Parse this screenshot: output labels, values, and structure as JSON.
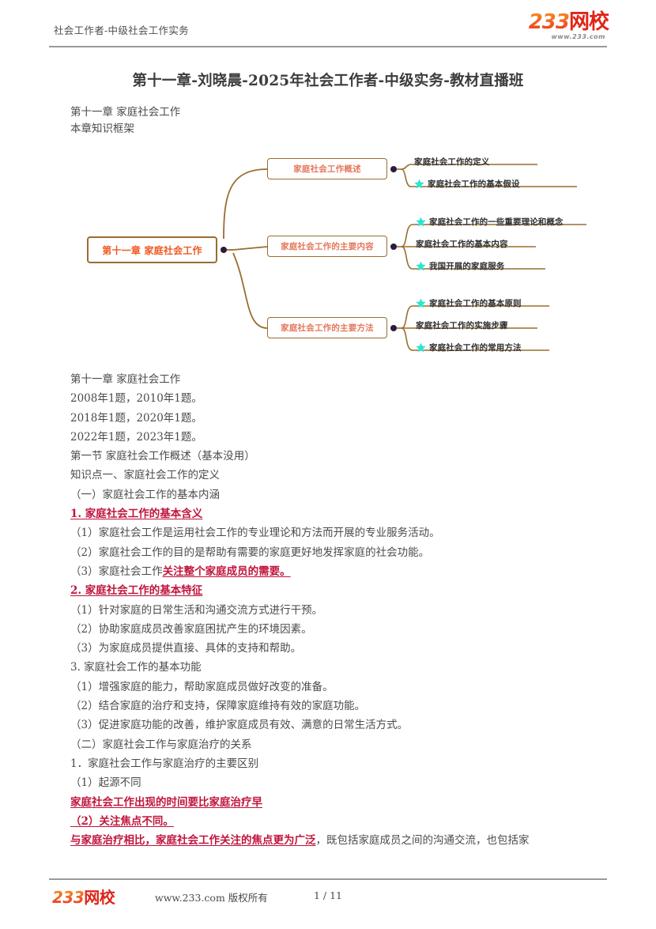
{
  "header": {
    "breadcrumb": "社会工作者-中级社会工作实务",
    "logo": {
      "number": "233",
      "name": "网校",
      "url": "www.233.com"
    }
  },
  "doc": {
    "title": "第十一章-刘晓晨-2025年社会工作者-中级实务-教材直播班",
    "intro_lines": [
      "第十一章  家庭社会工作",
      "本章知识框架"
    ]
  },
  "mindmap": {
    "root": "第十一章 家庭社会工作",
    "branches": [
      {
        "label": "家庭社会工作概述",
        "leaves": [
          {
            "text": "家庭社会工作的定义",
            "star": false
          },
          {
            "text": "家庭社会工作的基本假设",
            "star": true
          }
        ]
      },
      {
        "label": "家庭社会工作的主要内容",
        "leaves": [
          {
            "text": "家庭社会工作的一些重要理论和概念",
            "star": true
          },
          {
            "text": "家庭社会工作的基本内容",
            "star": false
          },
          {
            "text": "我国开展的家庭服务",
            "star": true
          }
        ]
      },
      {
        "label": "家庭社会工作的主要方法",
        "leaves": [
          {
            "text": "家庭社会工作的基本原则",
            "star": true
          },
          {
            "text": "家庭社会工作的实施步骤",
            "star": false
          },
          {
            "text": "家庭社会工作的常用方法",
            "star": true
          }
        ]
      }
    ],
    "colors": {
      "node_border": "#9a6d2f",
      "root_text": "#ef5a22",
      "branch_text": "#e2795c",
      "connector": "#9a6d2f",
      "dot": "#2b1b3d",
      "star": "#2ee5cf"
    }
  },
  "body": {
    "lines": [
      {
        "id": "l1",
        "plain": "第十一章  家庭社会工作"
      },
      {
        "id": "l2",
        "plain": "2008年1题，2010年1题。"
      },
      {
        "id": "l3",
        "plain": "2018年1题，2020年1题。"
      },
      {
        "id": "l4",
        "plain": "2022年1题，2023年1题。"
      },
      {
        "id": "l5",
        "plain": "第一节  家庭社会工作概述（基本没用）"
      },
      {
        "id": "l6",
        "plain": "知识点一、家庭社会工作的定义"
      },
      {
        "id": "l7",
        "plain": "（一）家庭社会工作的基本内涵"
      },
      {
        "id": "l8",
        "hl": "1. 家庭社会工作的基本含义"
      },
      {
        "id": "l9",
        "plain": "（1）家庭社会工作是运用社会工作的专业理论和方法而开展的专业服务活动。"
      },
      {
        "id": "l10",
        "plain": "（2）家庭社会工作的目的是帮助有需要的家庭更好地发挥家庭的社会功能。"
      },
      {
        "id": "l11",
        "plain": "（3）家庭社会工作",
        "hl": "关注整个家庭成员的需要。 "
      },
      {
        "id": "l12",
        "hl": "2. 家庭社会工作的基本特征"
      },
      {
        "id": "l13",
        "plain": "（1）针对家庭的日常生活和沟通交流方式进行干预。"
      },
      {
        "id": "l14",
        "plain": "（2）协助家庭成员改善家庭困扰产生的环境因素。"
      },
      {
        "id": "l15",
        "plain": "（3）为家庭成员提供直接、具体的支持和帮助。"
      },
      {
        "id": "l16",
        "plain": "3. 家庭社会工作的基本功能"
      },
      {
        "id": "l17",
        "plain": "（1）增强家庭的能力，帮助家庭成员做好改变的准备。"
      },
      {
        "id": "l18",
        "plain": "（2）结合家庭的治疗和支持，保障家庭维持有效的家庭功能。"
      },
      {
        "id": "l19",
        "plain": "（3）促进家庭功能的改善，维护家庭成员有效、满意的日常生活方式。"
      },
      {
        "id": "l20",
        "plain": "（二）家庭社会工作与家庭治疗的关系"
      },
      {
        "id": "l21",
        "plain": "1．家庭社会工作与家庭治疗的主要区别"
      },
      {
        "id": "l22",
        "plain": "（1）起源不同"
      },
      {
        "id": "l23",
        "hl": "家庭社会工作出现的时间要比家庭治疗早"
      },
      {
        "id": "l24",
        "hl": "（2）关注焦点不同。 "
      },
      {
        "id": "l25",
        "hl": "与家庭治疗相比，家庭社会工作关注的焦点更为广泛",
        "plain": "，既包括家庭成员之间的沟通交流，也包括家"
      }
    ]
  },
  "footer": {
    "logo": {
      "number": "233",
      "name": "网校"
    },
    "copyright": "www.233.com 版权所有",
    "page": "1 / 11"
  }
}
